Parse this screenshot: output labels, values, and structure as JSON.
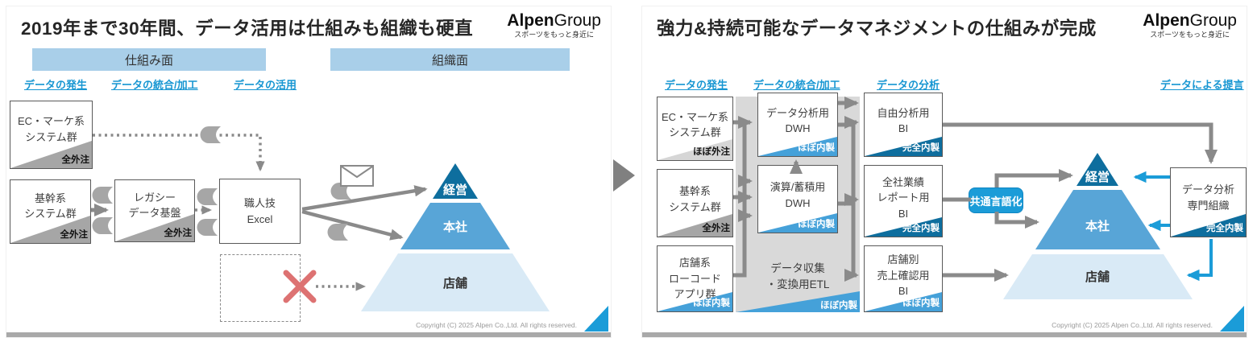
{
  "brand": {
    "bold": "Alpen",
    "light": "Group",
    "tagline": "スポーツをもっと身近に"
  },
  "copyright": "Copyright (C) 2025  Alpen Co.,Ltd. All rights reserved.",
  "colors": {
    "accent_blue": "#1b9cd8",
    "dark_blue": "#0e6e9e",
    "mid_blue": "#58a5d7",
    "light_blue": "#d9eaf6",
    "band_blue": "#a9cfe9",
    "tag_blue": "#45a1d9",
    "tag_gray": "#a6a6a6",
    "tag_light_gray": "#d6d6d6",
    "panel_gray": "#d9d9d9",
    "arrow_gray": "#8a8a8a",
    "red_x": "#dd7272"
  },
  "left_slide": {
    "title": "2019年まで30年間、データ活用は仕組みも組織も硬直",
    "section_bands": [
      {
        "label": "仕組み面"
      },
      {
        "label": "組織面"
      }
    ],
    "stage_labels": [
      "データの発生",
      "データの統合/加工",
      "データの活用"
    ],
    "boxes": [
      {
        "lines": [
          "EC・マーケ系",
          "システム群"
        ],
        "tag": "全外注"
      },
      {
        "lines": [
          "基幹系",
          "システム群"
        ],
        "tag": "全外注"
      },
      {
        "lines": [
          "レガシー",
          "データ基盤"
        ],
        "tag": "全外注"
      },
      {
        "lines": [
          "職人技",
          "Excel"
        ]
      }
    ],
    "pyramid": {
      "levels": [
        "経営",
        "本社",
        "店舗"
      ]
    }
  },
  "right_slide": {
    "title": "強力&持続可能なデータマネジメントの仕組みが完成",
    "stage_labels": [
      "データの発生",
      "データの統合/加工",
      "データの分析",
      "データによる提言"
    ],
    "source_boxes": [
      {
        "lines": [
          "EC・マーケ系",
          "システム群"
        ],
        "tag": "ほぼ外注"
      },
      {
        "lines": [
          "基幹系",
          "システム群"
        ],
        "tag": "全外注"
      },
      {
        "lines": [
          "店舗系",
          "ローコード",
          "アプリ群"
        ],
        "tag": "ほぼ内製"
      }
    ],
    "dwh_boxes": [
      {
        "lines": [
          "データ分析用",
          "DWH"
        ],
        "tag": "ほぼ内製"
      },
      {
        "lines": [
          "演算/蓄積用",
          "DWH"
        ],
        "tag": "ほぼ内製"
      }
    ],
    "etl_panel": {
      "lines": [
        "データ収集",
        "・変換用ETL"
      ],
      "tag": "ほぼ内製"
    },
    "bi_boxes": [
      {
        "lines": [
          "自由分析用",
          "BI"
        ],
        "tag": "完全内製"
      },
      {
        "lines": [
          "全社業績",
          "レポート用",
          "BI"
        ],
        "tag": "完全内製"
      },
      {
        "lines": [
          "店舗別",
          "売上確認用",
          "BI"
        ],
        "tag": "ほぼ内製"
      }
    ],
    "badge": "共通言語化",
    "pyramid": {
      "levels": [
        "経営",
        "本社",
        "店舗"
      ]
    },
    "org_box": {
      "lines": [
        "データ分析",
        "専門組織"
      ],
      "tag": "完全内製"
    }
  }
}
